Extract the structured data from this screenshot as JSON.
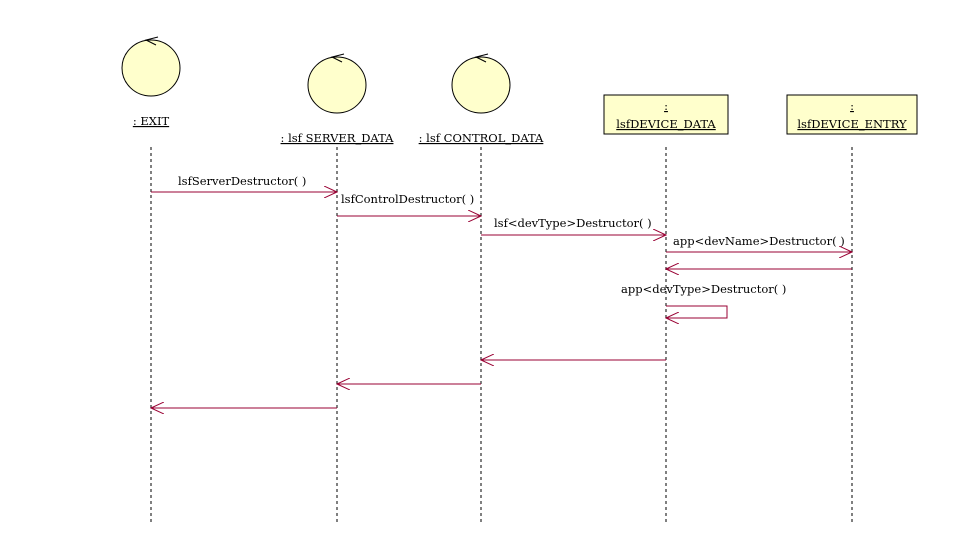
{
  "diagram": {
    "type": "sequence",
    "colors": {
      "lifeline": "#000000",
      "message": "#990033",
      "actor_fill": "#ffffcc",
      "actor_stroke": "#000000"
    },
    "participants": [
      {
        "id": "exit",
        "kind": "control",
        "name": ": EXIT"
      },
      {
        "id": "server",
        "kind": "control",
        "name": ": lsf SERVER_DATA"
      },
      {
        "id": "control",
        "kind": "control",
        "name": ": lsf CONTROL_DATA"
      },
      {
        "id": "device_data",
        "kind": "object",
        "name_line1": ":",
        "name_line2": "lsfDEVICE_DATA"
      },
      {
        "id": "device_entry",
        "kind": "object",
        "name_line1": ":",
        "name_line2": "lsfDEVICE_ENTRY"
      }
    ],
    "messages": [
      {
        "from": "exit",
        "to": "server",
        "label": "lsfServerDestructor( )"
      },
      {
        "from": "server",
        "to": "control",
        "label": "lsfControlDestructor( )"
      },
      {
        "from": "control",
        "to": "device_data",
        "label": "lsf<devType>Destructor( )"
      },
      {
        "from": "device_data",
        "to": "device_entry",
        "label": "app<devName>Destructor( )"
      },
      {
        "from": "device_entry",
        "to": "device_data",
        "label": ""
      },
      {
        "from": "device_data",
        "to": "device_data",
        "label": "app<devType>Destructor( )"
      },
      {
        "from": "device_data",
        "to": "control",
        "label": ""
      },
      {
        "from": "control",
        "to": "server",
        "label": ""
      },
      {
        "from": "server",
        "to": "exit",
        "label": ""
      }
    ]
  }
}
